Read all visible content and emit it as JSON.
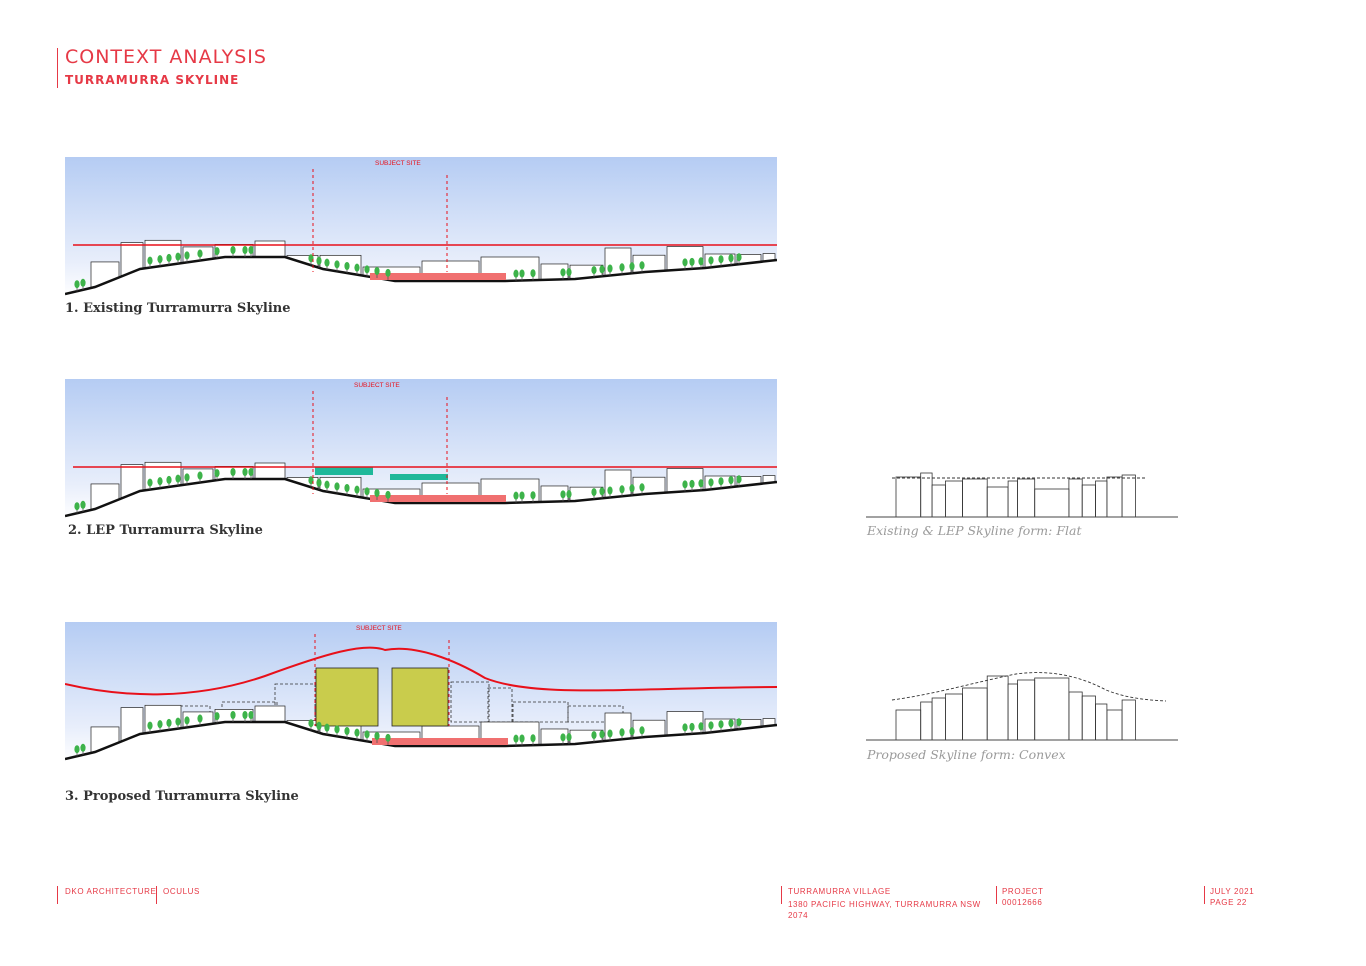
{
  "header": {
    "title": "CONTEXT ANALYSIS",
    "subtitle": "TURRAMURRA SKYLINE"
  },
  "sections": [
    {
      "caption": "1. Existing Turramurra Skyline",
      "site_label": "SUBJECT SITE"
    },
    {
      "caption": "2. LEP Turramurra Skyline",
      "site_label": "SUBJECT SITE"
    },
    {
      "caption": "3. Proposed Turramurra Skyline",
      "site_label": "SUBJECT SITE"
    }
  ],
  "forms": [
    {
      "caption": "Existing & LEP Skyline form: Flat"
    },
    {
      "caption": "Proposed Skyline form: Convex"
    }
  ],
  "footer": {
    "firm": "DKO ARCHITECTURE",
    "partner": "OCULUS",
    "project_name": "TURRAMURRA VILLAGE",
    "address_line1": "1380 PACIFIC HIGHWAY, TURRAMURRA NSW",
    "address_line2": "2074",
    "project_label": "PROJECT",
    "project_number": "00012666",
    "date": "JULY 2021",
    "page": "PAGE 22"
  },
  "colors": {
    "accent": "#e63946",
    "sky_top": "#b7cdf4",
    "height_line": "#e8101a",
    "tree": "#3db34a",
    "podium": "#f07070",
    "lep_envelope": "#1fb89a",
    "tower": "#c9cc4c"
  },
  "icons": [
    "tree-icon"
  ]
}
